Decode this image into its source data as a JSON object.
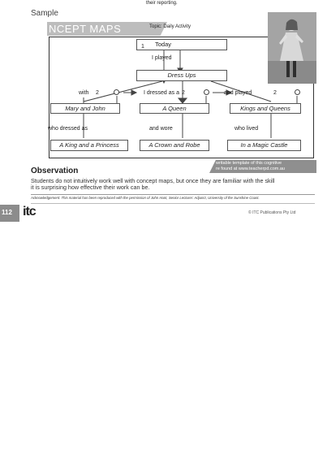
{
  "header": {
    "top_text": "their reporting.",
    "sample_label": "Sample",
    "section_title": "NCEPT MAPS",
    "topic_label": "Topic: Daily Activity"
  },
  "concept_map": {
    "root": "Today",
    "link_root": "I played",
    "center": "Dress Ups",
    "links_mid": [
      "with",
      "I dressed as a",
      "and played"
    ],
    "link_numbers": [
      "1",
      "2",
      "2",
      "2"
    ],
    "level2": [
      "Mary and John",
      "A Queen",
      "Kings and Queens"
    ],
    "links_low": [
      "who dressed as",
      "and wore",
      "who lived"
    ],
    "level3": [
      "A King and a Princess",
      "A Crown and Robe",
      "In a Magic Castle"
    ]
  },
  "info_banner": {
    "line1": "writable template of this cognitive",
    "line2": "re found at www.teacherpd.com.au"
  },
  "observation": {
    "heading": "Observation",
    "body_line1": "Students do not intuitively work well with concept maps, but once they are familiar with the skill",
    "body_line2": "it is surprising how effective their work can be."
  },
  "acknowledgement": "Acknowledgement: This material has been reproduced with the permission of John Hunt, Senior Lecturer: Adjunct, University of the Sunshine Coast.",
  "footer": {
    "page_number": "112",
    "logo_text": "itc",
    "copyright": "© ITC Publications Pty Ltd"
  },
  "colors": {
    "title_bar": "#bdbdbd",
    "page_tab": "#8c8c8c",
    "info_banner": "#8f8f8f",
    "photo_bg": "#9a9a9a"
  }
}
